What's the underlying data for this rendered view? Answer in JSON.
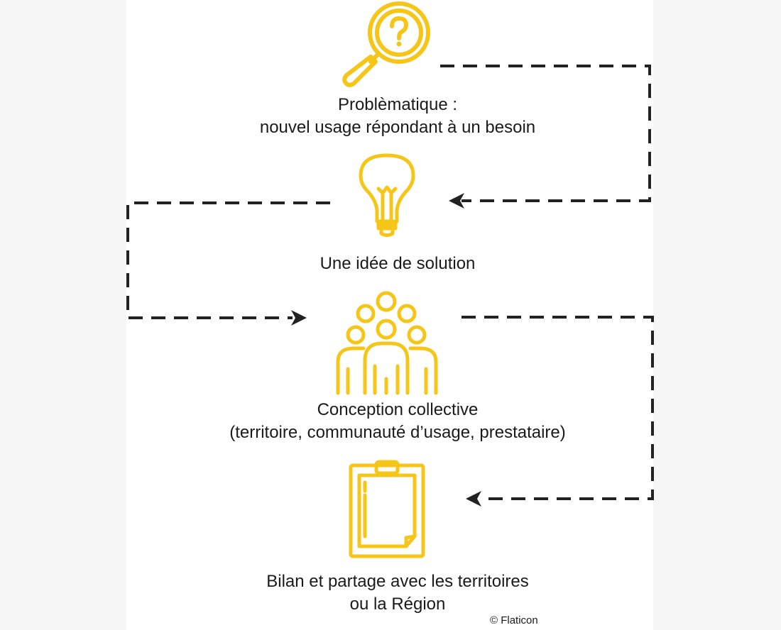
{
  "accent_color": "#f5c518",
  "connector_color": "#222222",
  "steps": [
    {
      "icon": "magnifier-question-icon",
      "lines": [
        "Problèmatique :",
        "nouvel usage répondant à un besoin"
      ]
    },
    {
      "icon": "lightbulb-icon",
      "lines": [
        "Une idée de solution"
      ]
    },
    {
      "icon": "group-of-people-icon",
      "lines": [
        "Conception collective",
        "(territoire, communauté d’usage, prestataire)"
      ]
    },
    {
      "icon": "clipboard-icon",
      "lines": [
        "Bilan et partage avec les territoires",
        "ou la Région"
      ]
    }
  ],
  "credit": "© Flaticon"
}
